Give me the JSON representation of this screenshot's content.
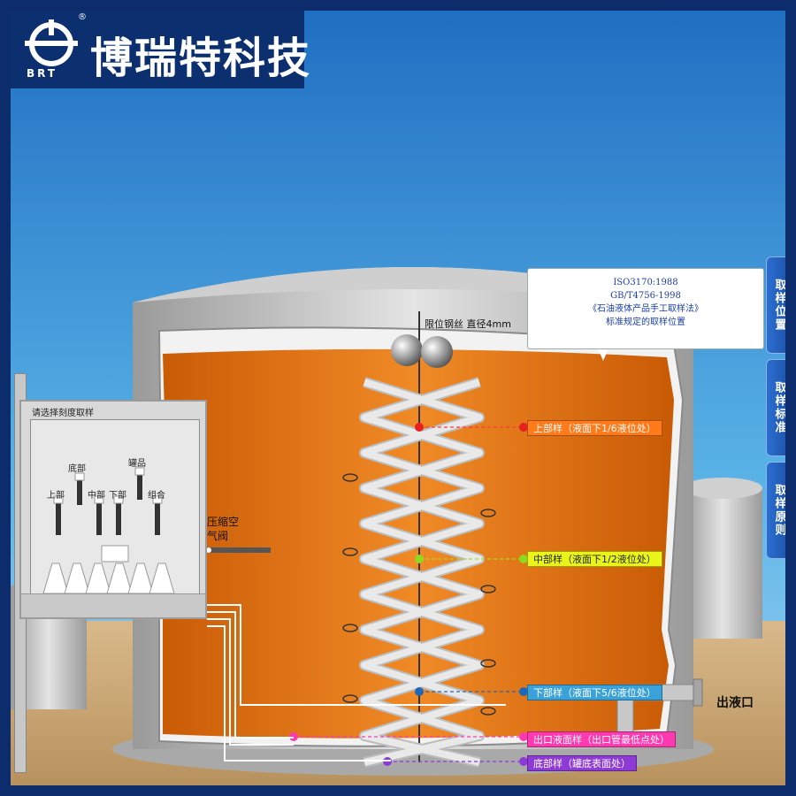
{
  "logo": {
    "name": "博瑞特科技",
    "abbr": "BRT",
    "reg": "®"
  },
  "standard": {
    "lines": [
      "ISO3170:1988",
      "GB/T4756-1998",
      "《石油液体产品手工取样法》",
      "标准规定的取样位置"
    ]
  },
  "wire_label": "限位钢丝 直径4mm",
  "side_tabs": [
    "取样位置",
    "取样标准",
    "取样原则"
  ],
  "samples": {
    "upper": "上部样（液面下1/6液位处）",
    "middle": "中部样（液面下1/2液位处）",
    "lower": "下部样（液面下5/6液位处）",
    "outlet": "出口液面样（出口管最低点处）",
    "bottom": "底部样（罐底表面处）"
  },
  "outlet_label": "出液口",
  "valve_label": "压缩空气阀",
  "panel": {
    "title": "请选择刻度取样",
    "switches": [
      "上部",
      "底部",
      "中部",
      "下部",
      "罐品",
      "组合"
    ]
  },
  "colors": {
    "sky": "#3e9bd8",
    "oil": "#e0700e",
    "upper": "#ff7a1a",
    "middle": "#e9f51a",
    "lower": "#3aa2d8",
    "outlet": "#ff3ab0",
    "bottom": "#8e3ad6"
  }
}
